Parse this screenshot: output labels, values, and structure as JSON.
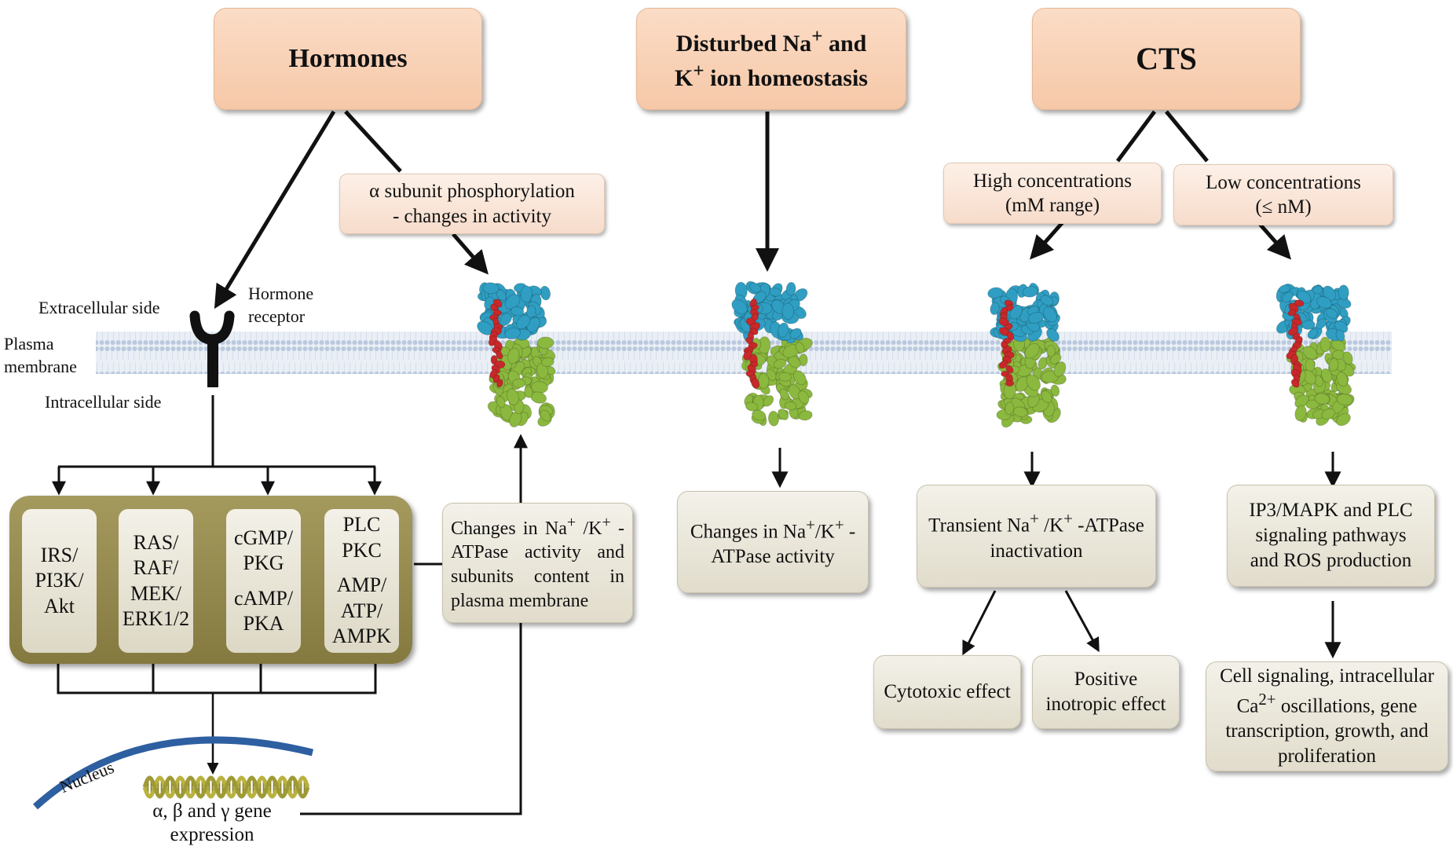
{
  "top_boxes": {
    "hormones": "Hormones",
    "ion_line1_main": "Disturbed Na",
    "ion_line1_sup": "+",
    "ion_line1_tail": " and",
    "ion_line2_main": "K",
    "ion_line2_sup": "+",
    "ion_line2_tail": " ion homeostasis",
    "cts": "CTS"
  },
  "hormone_branch": {
    "phosphorylation_line1": "α subunit phosphorylation",
    "phosphorylation_line2": "- changes in activity"
  },
  "cts_branch": {
    "high_line1": "High concentrations",
    "high_line2": "(mM range)",
    "low_line1": "Low concentrations",
    "low_line2": "(≤ nM)"
  },
  "membrane_labels": {
    "extracellular": "Extracellular side",
    "plasma1": "Plasma",
    "plasma2": "membrane",
    "intracellular": "Intracellular side",
    "receptor1": "Hormone",
    "receptor2": "receptor"
  },
  "pathways": [
    [
      "IRS/",
      "PI3K/",
      "Akt"
    ],
    [
      "RAS/",
      "RAF/",
      "MEK/",
      "ERK1/2"
    ],
    [
      "cGMP/",
      "PKG",
      "",
      "cAMP/",
      "PKA"
    ],
    [
      "PLC",
      "PKC",
      "",
      "AMP/",
      "ATP/",
      "AMPK"
    ]
  ],
  "nucleus": {
    "label": "Nucleus",
    "gene_line1": "α, β and γ gene",
    "gene_line2": "expression"
  },
  "effect_boxes": {
    "membrane_content": {
      "l1a": "Changes in Na",
      "l1s1": "+",
      "l1b": " /K",
      "l1s2": "+",
      "l1c": " -",
      "l2": "ATPase activity and",
      "l3": "subunits content in",
      "l4": "plasma membrane"
    },
    "activity": {
      "l1a": "Changes in Na",
      "l1s1": "+",
      "l1b": "/K",
      "l1s2": "+",
      "l1c": " -",
      "l2": "ATPase activity"
    },
    "inactivation": {
      "l1a": "Transient Na",
      "l1s1": "+",
      "l1b": " /K",
      "l1s2": "+",
      "l1c": " -ATPase",
      "l2": "inactivation"
    },
    "signaling": {
      "l1": "IP3/MAPK and PLC",
      "l2": "signaling pathways",
      "l3": "and ROS production"
    },
    "cytotoxic": "Cytotoxic effect",
    "inotropic_line1": "Positive",
    "inotropic_line2": "inotropic effect",
    "cell_signaling": {
      "l1": "Cell signaling, intracellular",
      "l2a": "Ca",
      "l2s": "2+",
      "l2b": " oscillations, gene",
      "l3": "transcription, growth, and",
      "l4": "proliferation"
    }
  },
  "colors": {
    "top_box": "#f6c8a8",
    "olive": "#8f8447",
    "membrane": "#c9d6e6",
    "pump_alpha": "#2f9ec2",
    "pump_beta": "#8bb83e",
    "pump_gamma": "#c8282a",
    "nucleus": "#2e5fa0",
    "dna": "#b9b240"
  }
}
